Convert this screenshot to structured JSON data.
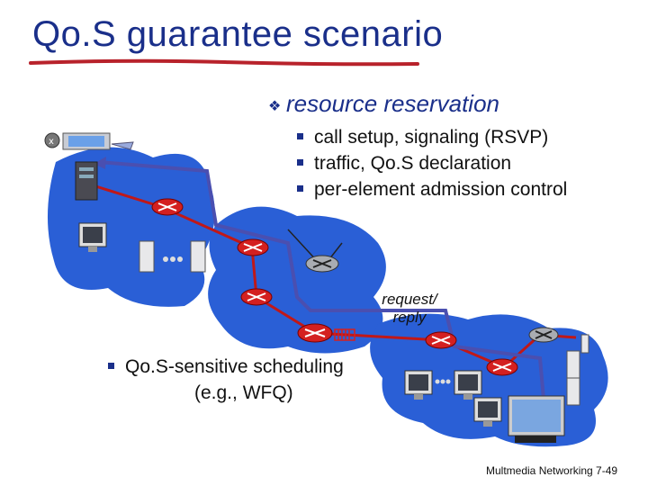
{
  "title": "Qo.S guarantee scenario",
  "main_bullet": "resource reservation",
  "sub_bullets": [
    "call setup, signaling (RSVP)",
    "traffic, Qo.S declaration",
    "per-element admission control"
  ],
  "request_label_line1": "request/",
  "request_label_line2": "reply",
  "scheduling_line1": "Qo.S-sensitive scheduling",
  "scheduling_line2": "(e.g., WFQ)",
  "footer": "Multmedia Networking 7-49",
  "colors": {
    "title": "#1a2f8a",
    "underline": "#b8222b",
    "network_blob": "#2a5fd6",
    "router": "#d42020",
    "path": "#c01818",
    "signal": "#4a4fb0"
  }
}
